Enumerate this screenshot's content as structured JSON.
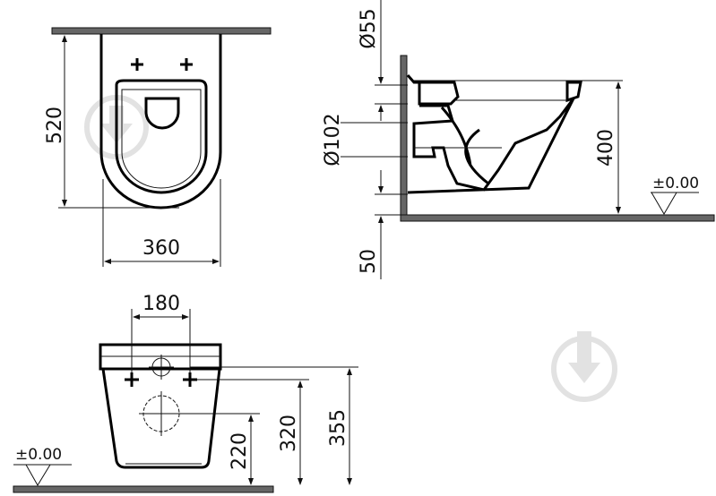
{
  "top_view": {
    "depth": "520",
    "width": "360"
  },
  "side_view": {
    "inlet_diameter": "Ø55",
    "outlet_diameter": "Ø102",
    "rim_height": "400",
    "offset": "50",
    "floor_level": "±0.00"
  },
  "front_view": {
    "fixing_spacing": "180",
    "fixing_height": "355",
    "inlet_height": "320",
    "outlet_height": "220",
    "floor_level": "±0.00"
  },
  "colors": {
    "lines": "#000000",
    "hatch": "#666666",
    "watermark": "#e2e2e2"
  },
  "watermark_icon": "download-arrow-circle-icon"
}
